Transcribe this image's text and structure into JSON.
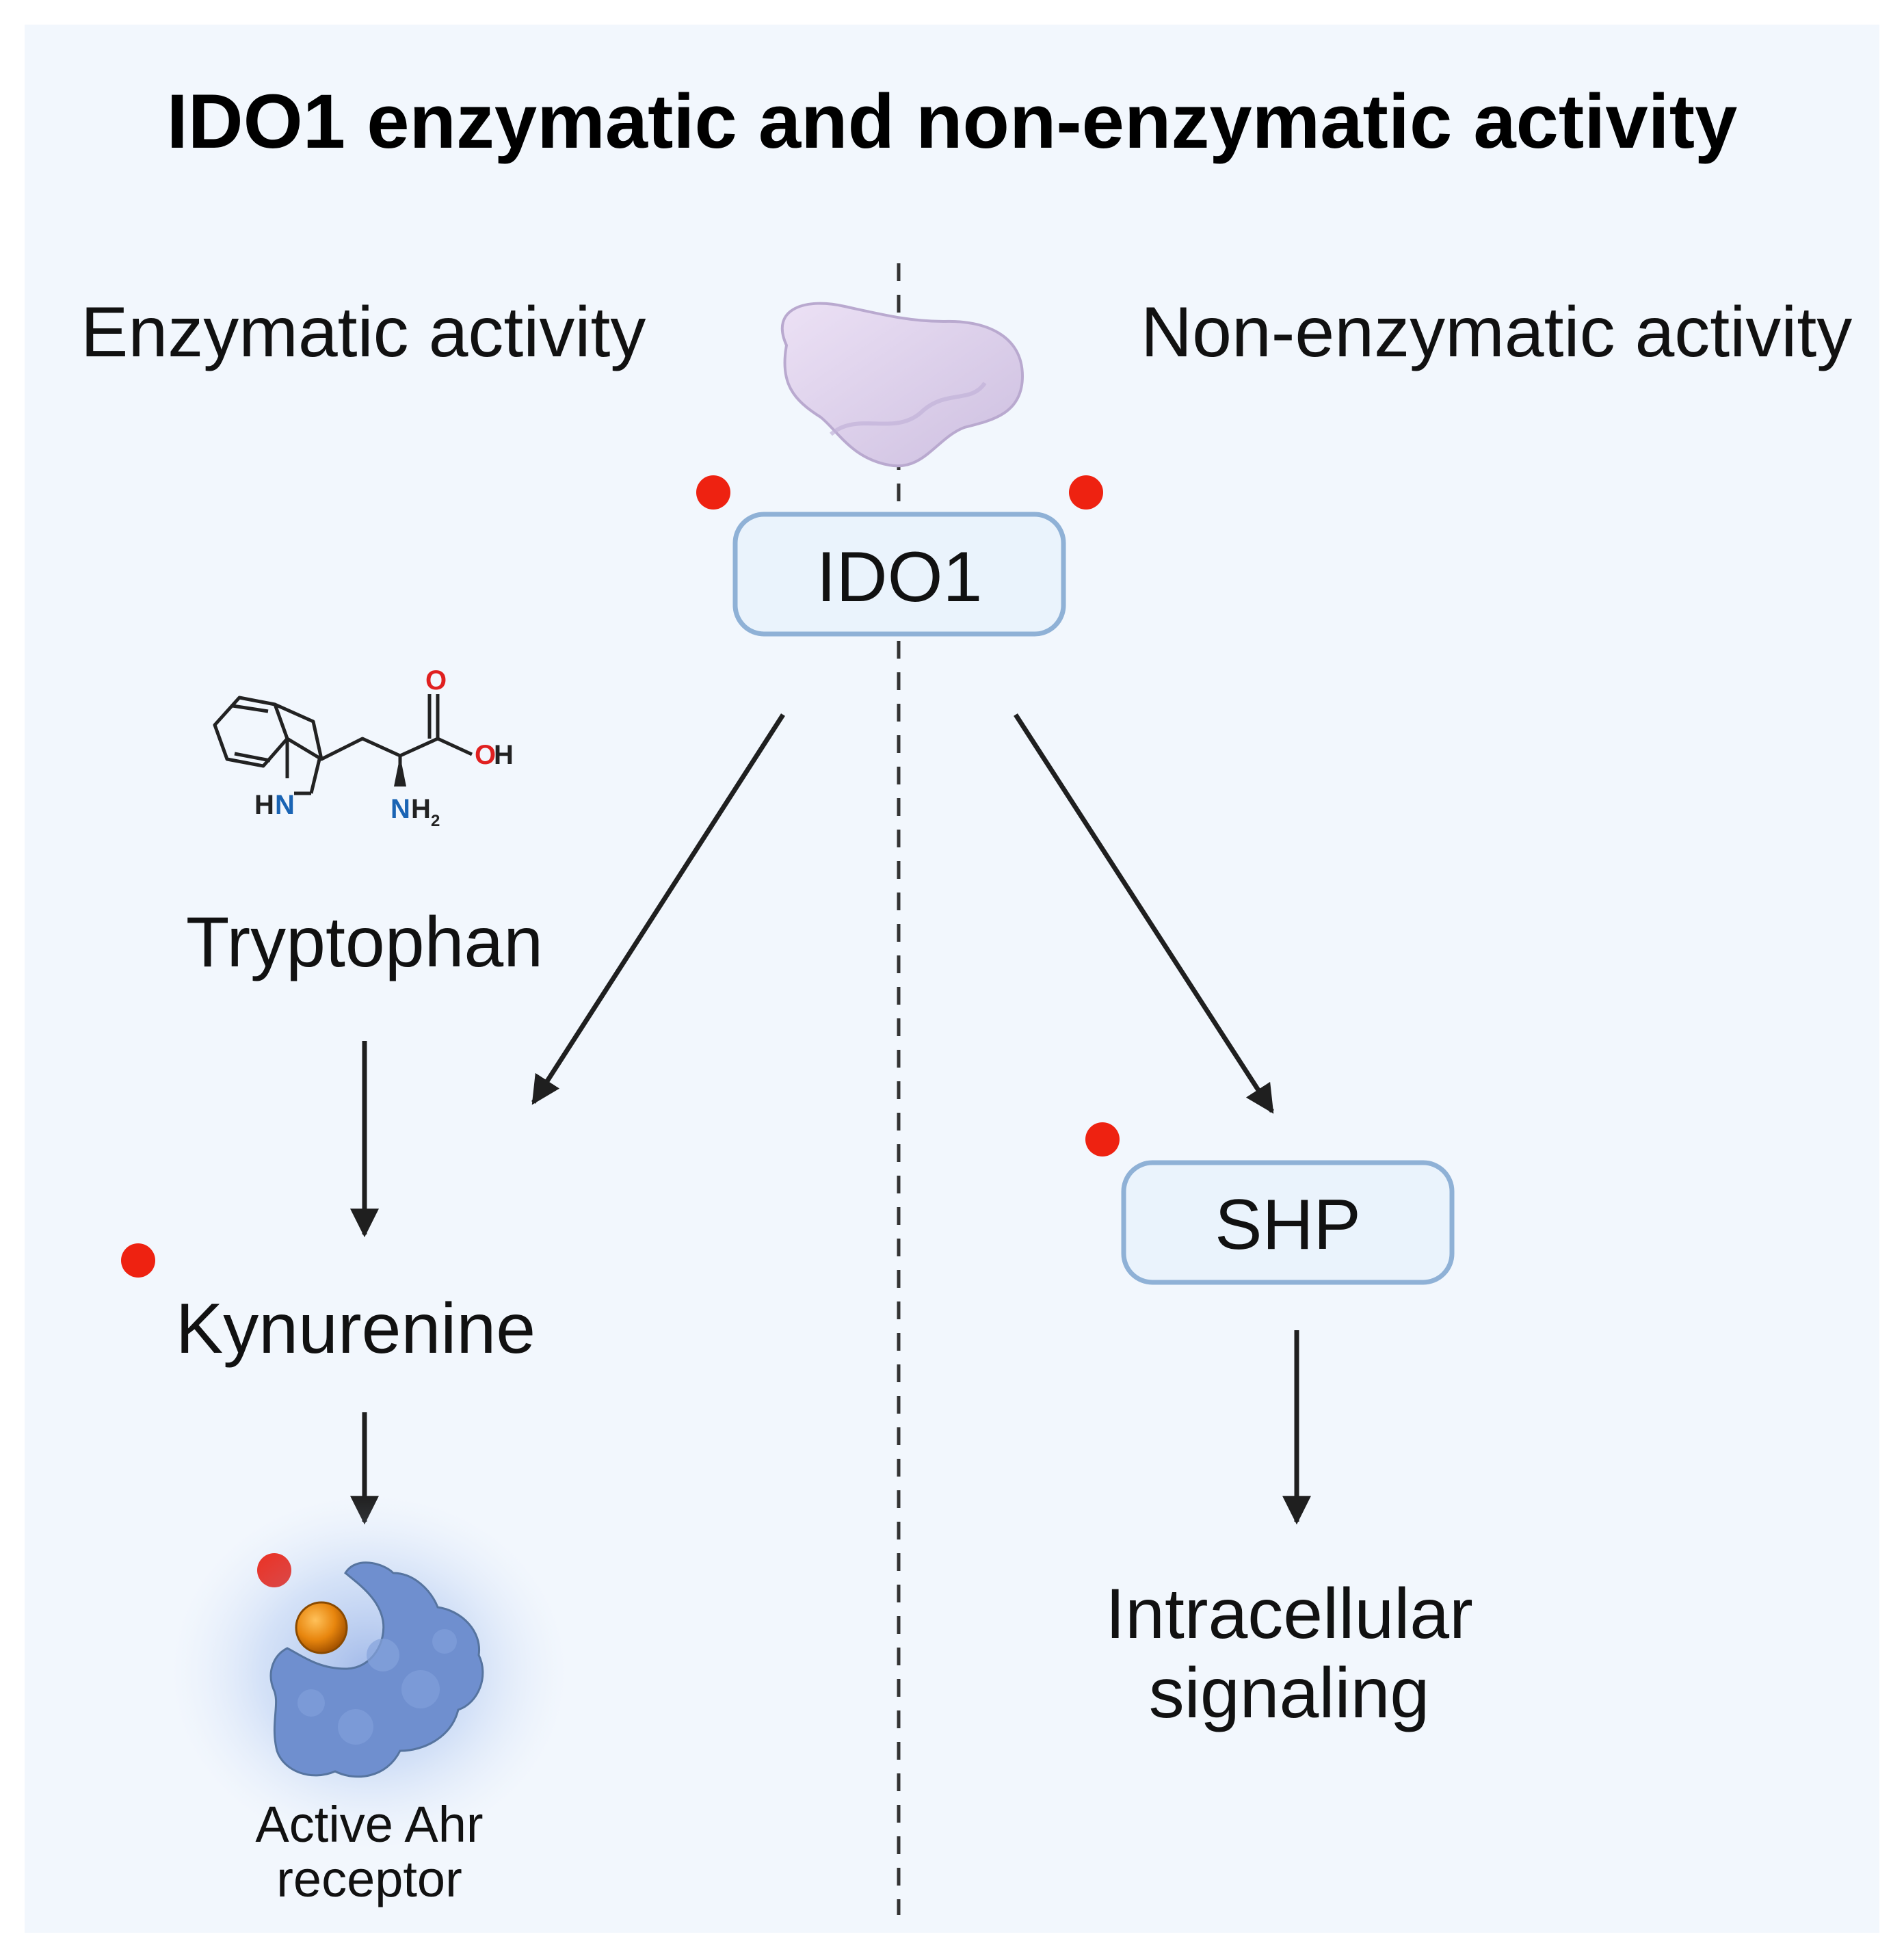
{
  "title": "IDO1 enzymatic and non-enzymatic activity",
  "sections": {
    "left": "Enzymatic activity",
    "right": "Non-enzymatic activity"
  },
  "nodes": {
    "ido1": "IDO1",
    "tryptophan": "Tryptophan",
    "kynurenine": "Kynurenine",
    "ahr_line1": "Active Ahr",
    "ahr_line2": "receptor",
    "shp": "SHP",
    "signaling_line1": "Intracellular",
    "signaling_line2": "signaling"
  },
  "molecule": {
    "oxygen": "O",
    "hydroxyl": "OH",
    "hn": "HN",
    "nh2": "NH",
    "nh2_sub": "2"
  },
  "colors": {
    "panel": "#f2f7fd",
    "box_fill": "#eaf3fc",
    "box_border": "#8fb1d6",
    "marker": "#ee2211",
    "arrow": "#1f1f1f",
    "protein": "#ddd0ea",
    "receptor": "#6f8fcf",
    "ligand": "#e38a10"
  },
  "icons": [
    "ido1-protein-icon",
    "tryptophan-molecule-icon",
    "ahr-receptor-icon",
    "ligand-icon",
    "marker-dot-icon"
  ]
}
